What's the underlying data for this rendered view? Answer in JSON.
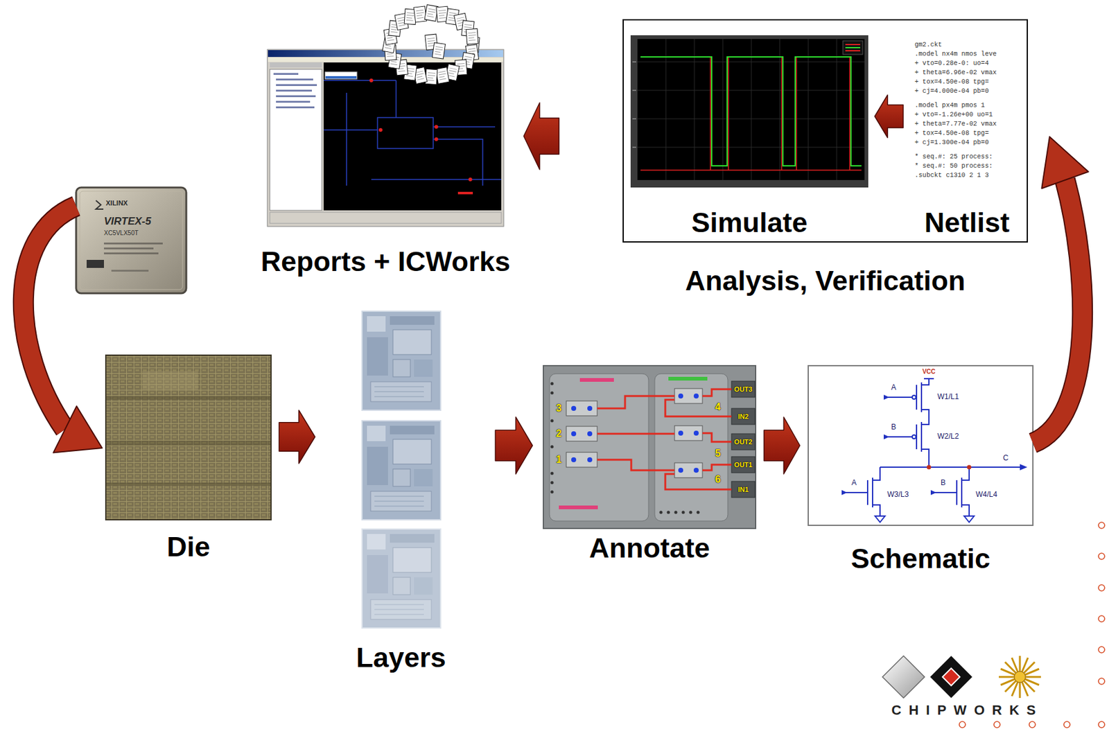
{
  "diagram": {
    "nodes": [
      {
        "text": [
          "XILINX",
          "VIRTEX-5",
          "XC5VLX50T"
        ]
      },
      {
        "text": [
          "Die"
        ]
      },
      {
        "text": [
          "Layers"
        ]
      },
      {
        "text": [
          "Annotate"
        ]
      },
      {
        "text": [
          "Schematic"
        ]
      },
      {
        "text": [
          "Analysis, Verification"
        ]
      },
      {
        "text": [
          "Simulate"
        ],
        "in": 5
      },
      {
        "text": [
          "Netlist"
        ],
        "in": 5
      },
      {
        "text": [
          "Reports + ICWorks"
        ]
      }
    ],
    "edges": [
      {
        "from": 0,
        "to": 1,
        "arrow": "to"
      },
      {
        "from": 1,
        "to": 2,
        "arrow": "to"
      },
      {
        "from": 2,
        "to": 3,
        "arrow": "to"
      },
      {
        "from": 3,
        "to": 4,
        "arrow": "to"
      },
      {
        "from": 4,
        "to": 5,
        "arrow": "to"
      },
      {
        "from": 7,
        "to": 6,
        "arrow": "to"
      },
      {
        "from": 6,
        "to": 8,
        "arrow": "to"
      }
    ],
    "labels": [
      "gm2.ckt",
      ".model nx4m nmos leve",
      "+ vto=0.28e-0: uo=4",
      "+ theta=6.96e-02 vmax",
      "+ tox=4.50e-08 tpg=",
      "+ cj=4.000e-04 pb=0",
      ".model px4m pmos 1",
      "+ vto=-1.26e+00 uo=1",
      "+ theta=7.77e-02 vmax",
      "+ tox=4.50e-08 tpg=",
      "+ cj=1.300e-04 pb=0",
      "* seq.#: 25 process:",
      "* seq.#: 50 process:",
      ".subckt c1310 2 1 3",
      "3",
      "2",
      "1",
      "OUT3",
      "IN2",
      "4",
      "OUT2",
      "5",
      "OUT1",
      "6",
      "IN1",
      "VCC",
      "A",
      "W1/L1",
      "B",
      "W2/L2",
      "C",
      "A",
      "W3/L3",
      "B",
      "W4/L4",
      "CHIPWORKS"
    ]
  }
}
